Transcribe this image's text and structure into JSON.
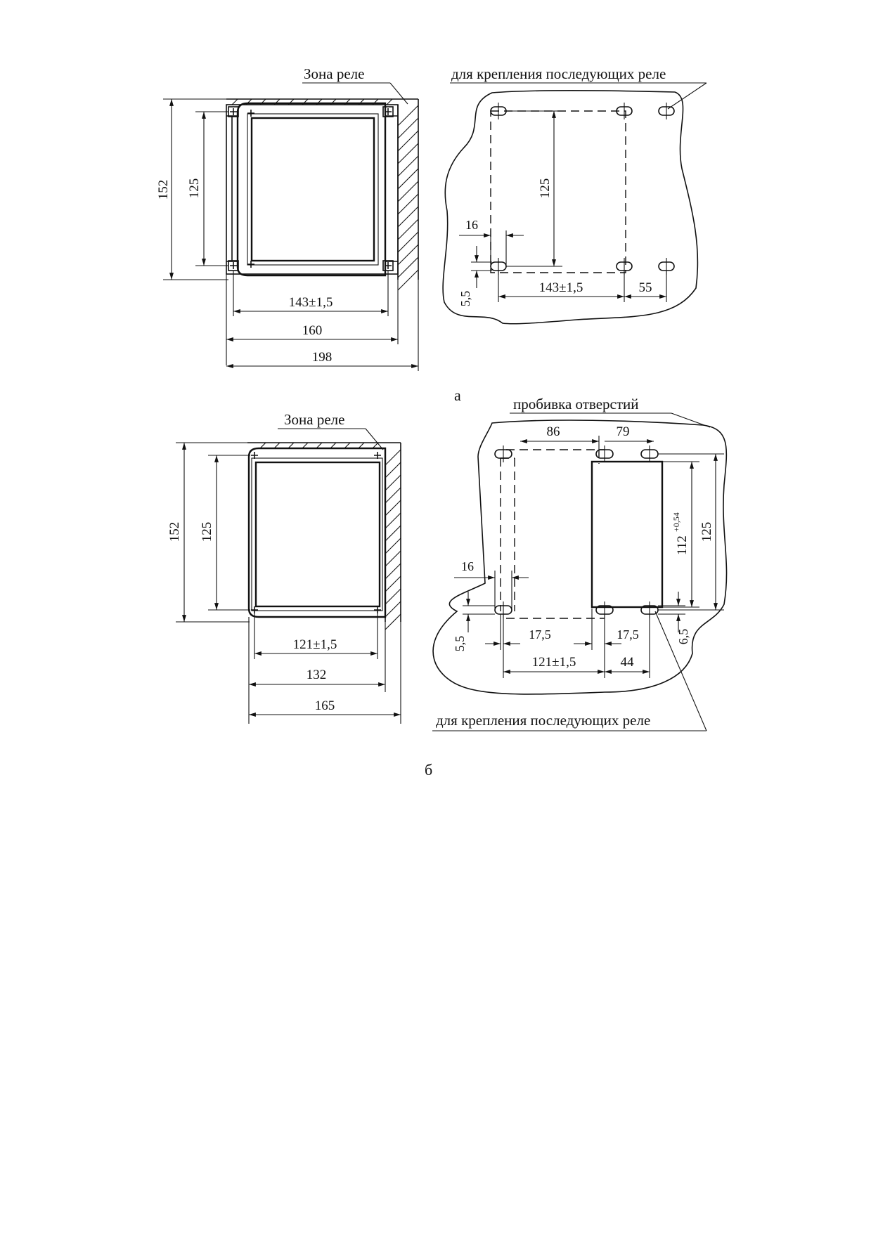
{
  "figure_a": {
    "caption": "а",
    "relay_zone_label": "Зона реле",
    "mount_label": "для крепления последующих реле",
    "dims_left": {
      "height_total": "152",
      "height_inner": "125",
      "width_holes": "143±1,5",
      "width_body": "160",
      "width_total": "198"
    },
    "dims_right": {
      "hole_spacing_v": "125",
      "slot_len": "16",
      "offset_v": "5,5",
      "hole_spacing_h": "143±1,5",
      "next_spacing": "55"
    }
  },
  "figure_b": {
    "caption": "б",
    "relay_zone_label": "Зона реле",
    "punch_label": "пробивка отверстий",
    "mount_label": "для крепления последующих реле",
    "dims_left": {
      "height_total": "152",
      "height_inner": "125",
      "width_holes": "121±1,5",
      "width_body": "132",
      "width_total": "165"
    },
    "dims_right": {
      "top_left": "86",
      "top_right": "79",
      "cutout_h": "112",
      "cutout_h_tol": "+0,54",
      "hole_spacing_v": "125",
      "slot_len": "16",
      "offset_left": "5,5",
      "offset_right": "6,5",
      "edge_left": "17,5",
      "edge_right": "17,5",
      "hole_spacing_h": "121±1,5",
      "next_spacing": "44"
    }
  }
}
